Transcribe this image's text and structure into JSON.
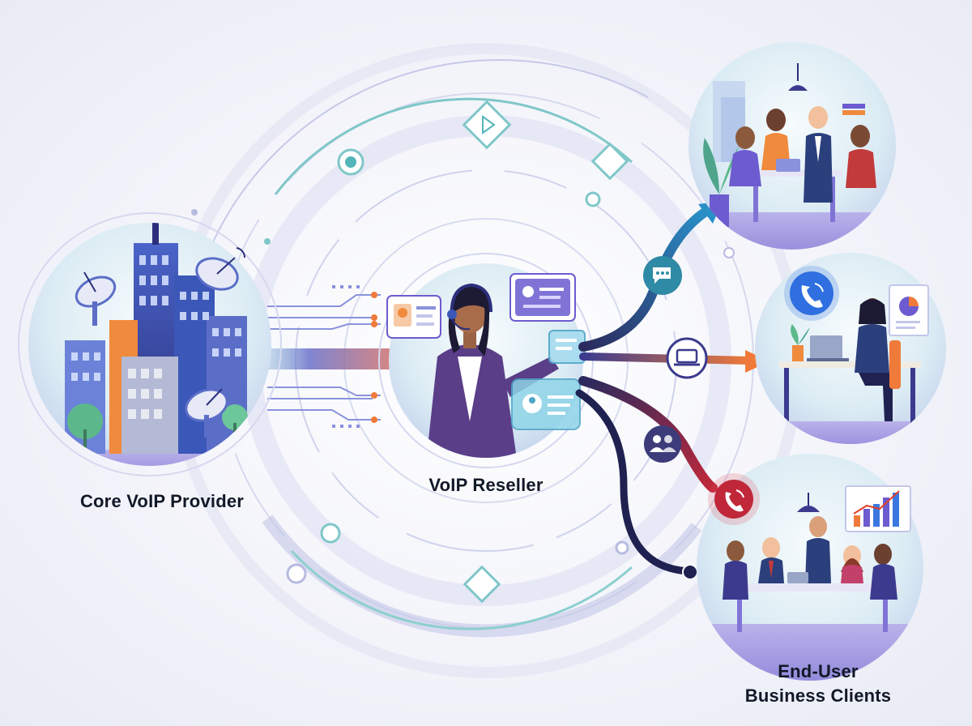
{
  "nodes": {
    "provider": {
      "label": "Core VoIP Provider"
    },
    "reseller": {
      "label": "VoIP Reseller"
    },
    "clients": {
      "label_line1": "End-User",
      "label_line2": "Business Clients"
    }
  },
  "icons": [
    "satellite-dish-icon",
    "building-icon",
    "chat-icon",
    "laptop-icon",
    "users-icon",
    "phone-icon",
    "headset-icon",
    "profile-card-icon",
    "play-icon",
    "bar-chart-icon",
    "pie-chart-icon"
  ],
  "colors": {
    "primary_navy": "#2b2a5e",
    "purple": "#6d5bd0",
    "teal": "#3aa9b5",
    "orange": "#f07a3a",
    "red": "#c0283a",
    "blue": "#2f6fe0"
  }
}
